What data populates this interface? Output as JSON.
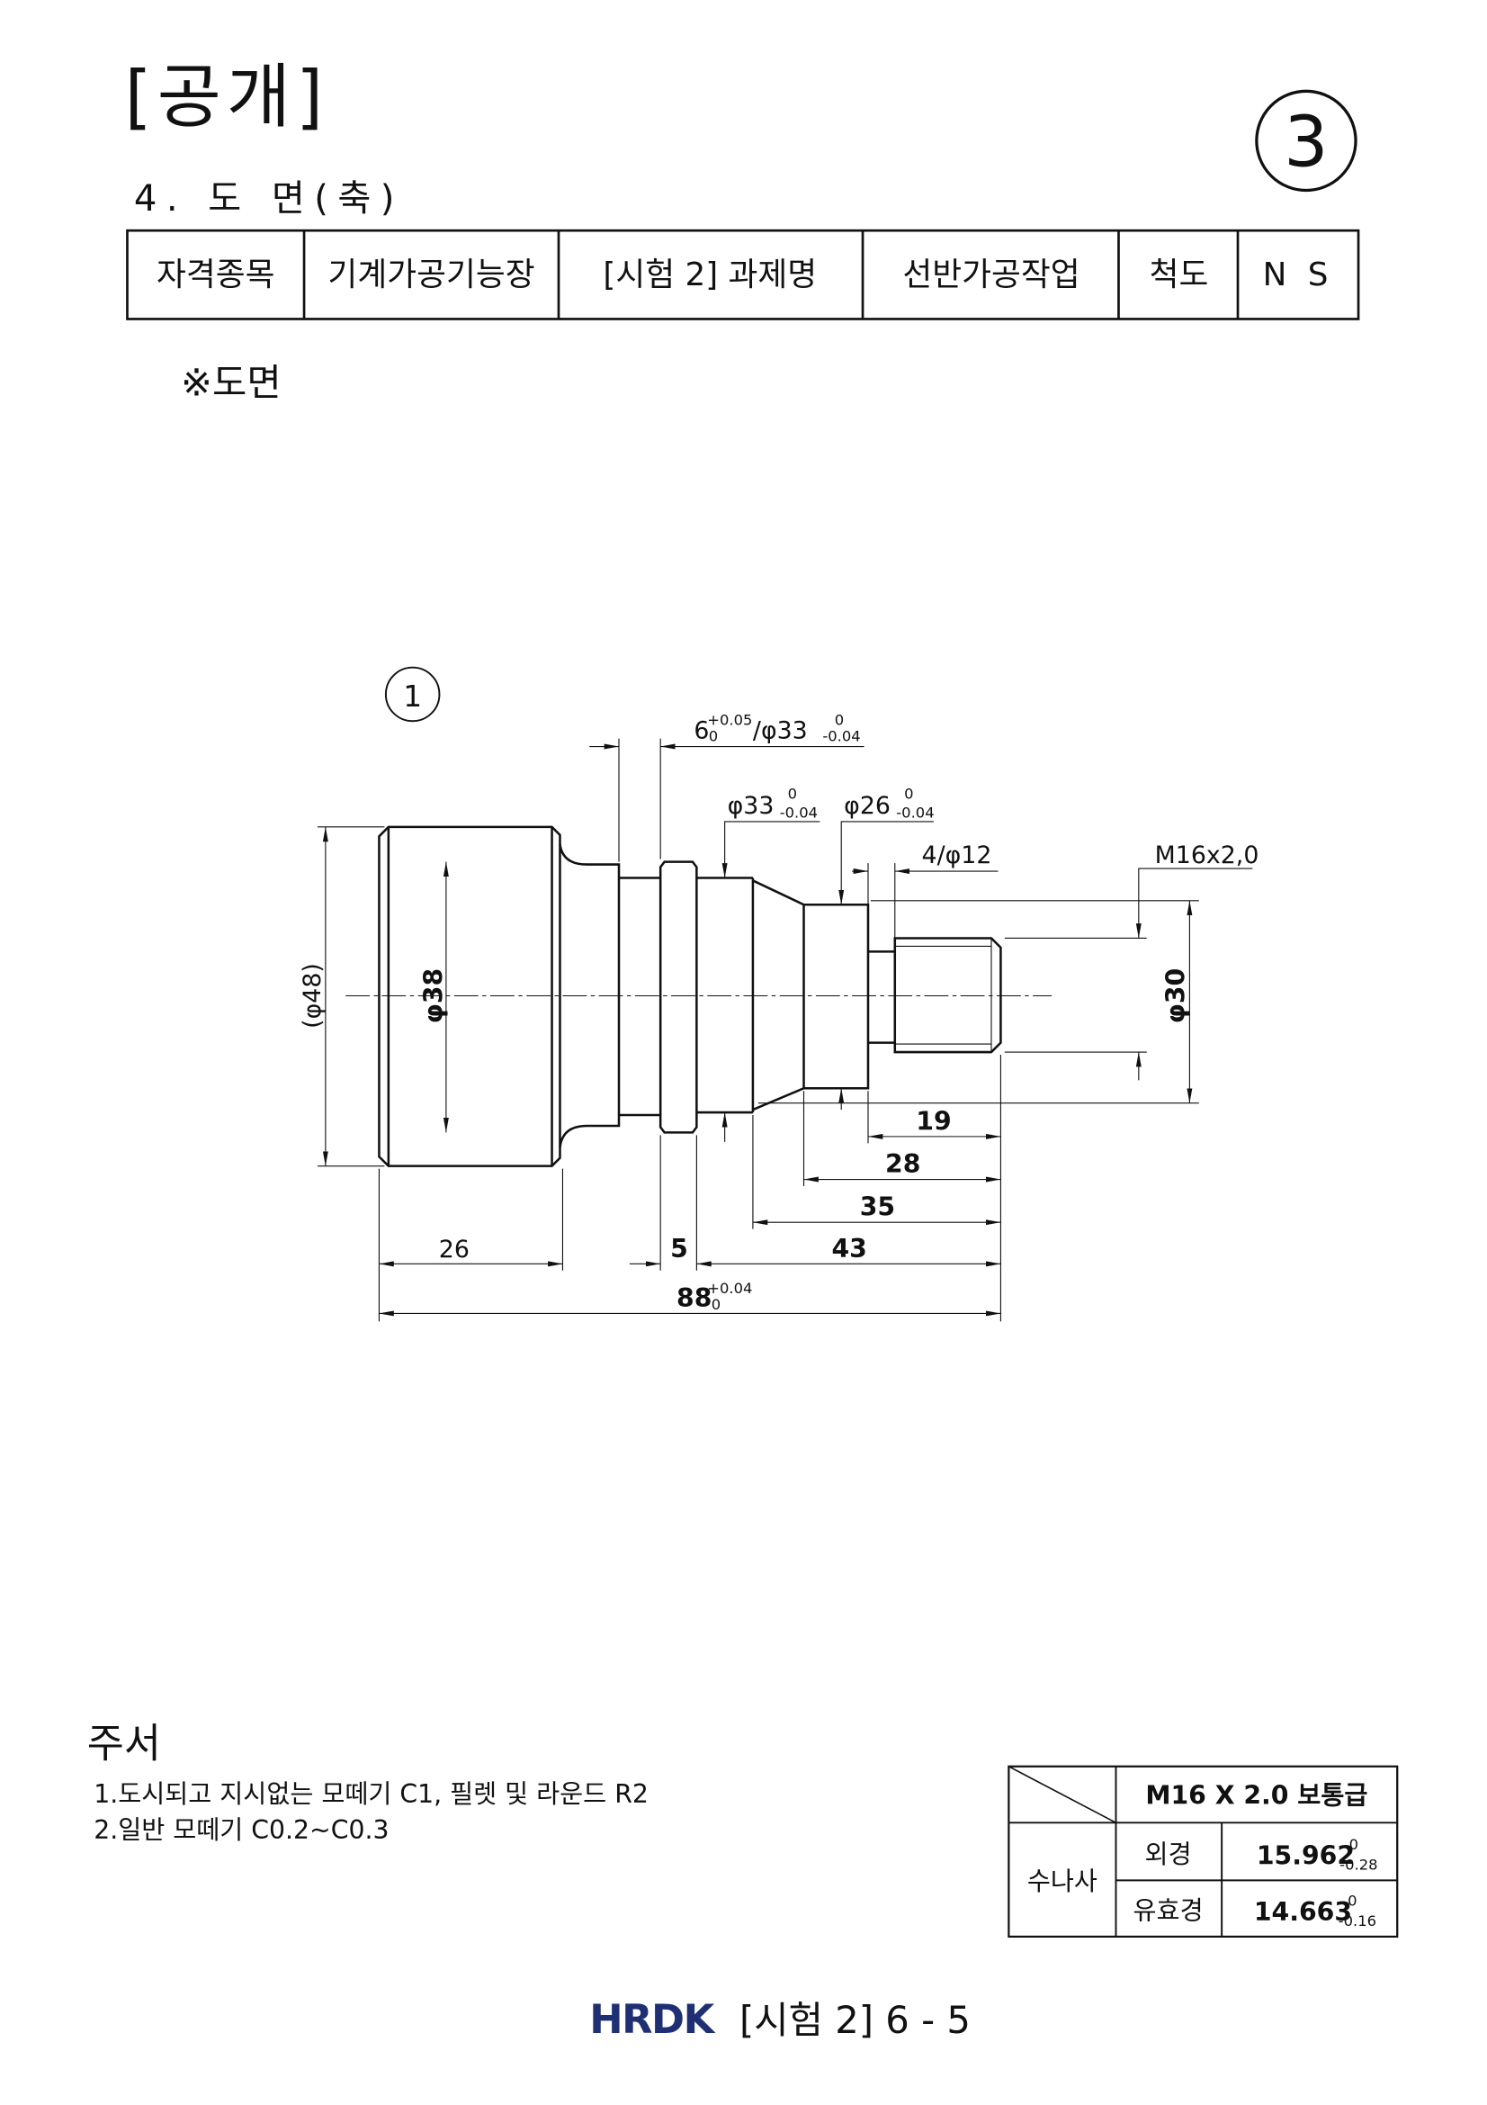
{
  "header": {
    "tag": "[공개]",
    "page_circle": "3",
    "section_title": "4. 도 면(축)"
  },
  "info_table": {
    "qualification_label": "자격종목",
    "qualification": "기계가공기능장",
    "task_label": "[시험 2] 과제명",
    "task": "선반가공작업",
    "scale_label": "척도",
    "scale": "N S"
  },
  "drawing_heading": "※도면",
  "drawing": {
    "part_number": "1",
    "groove": {
      "width": "6",
      "width_upper": "+0.05",
      "width_lower": "0",
      "dia": "/φ33",
      "dia_upper": "0",
      "dia_lower": "-0.04"
    },
    "dia_33": {
      "value": "φ33",
      "upper": "0",
      "lower": "-0.04"
    },
    "dia_26": {
      "value": "φ26",
      "upper": "0",
      "lower": "-0.04"
    },
    "neck": "4/φ12",
    "thread": "M16x2,0",
    "dia_48": "(φ48)",
    "dia_38": "φ38",
    "dia_30": "φ30",
    "lengths": {
      "l19": "19",
      "l28": "28",
      "l35": "35",
      "l43": "43",
      "l5": "5",
      "l26": "26"
    },
    "overall": {
      "value": "88",
      "upper": "+0.04",
      "lower": "0"
    }
  },
  "notes": {
    "title": "주서",
    "items": [
      "1.도시되고 지시없는 모떼기 C1, 필렛 및 라운드 R2",
      "2.일반 모떼기 C0.2~C0.3"
    ]
  },
  "thread_table": {
    "spec": "M16 X 2.0 보통급",
    "type": "수나사",
    "rows": [
      {
        "label": "외경",
        "value": "15.962",
        "upper": "0",
        "lower": "-0.28"
      },
      {
        "label": "유효경",
        "value": "14.663",
        "upper": "0",
        "lower": "-0.16"
      }
    ]
  },
  "footer": {
    "logo": "HRDK",
    "page": "[시험 2] 6 - 5",
    "logo_color": "#1f2f73"
  }
}
